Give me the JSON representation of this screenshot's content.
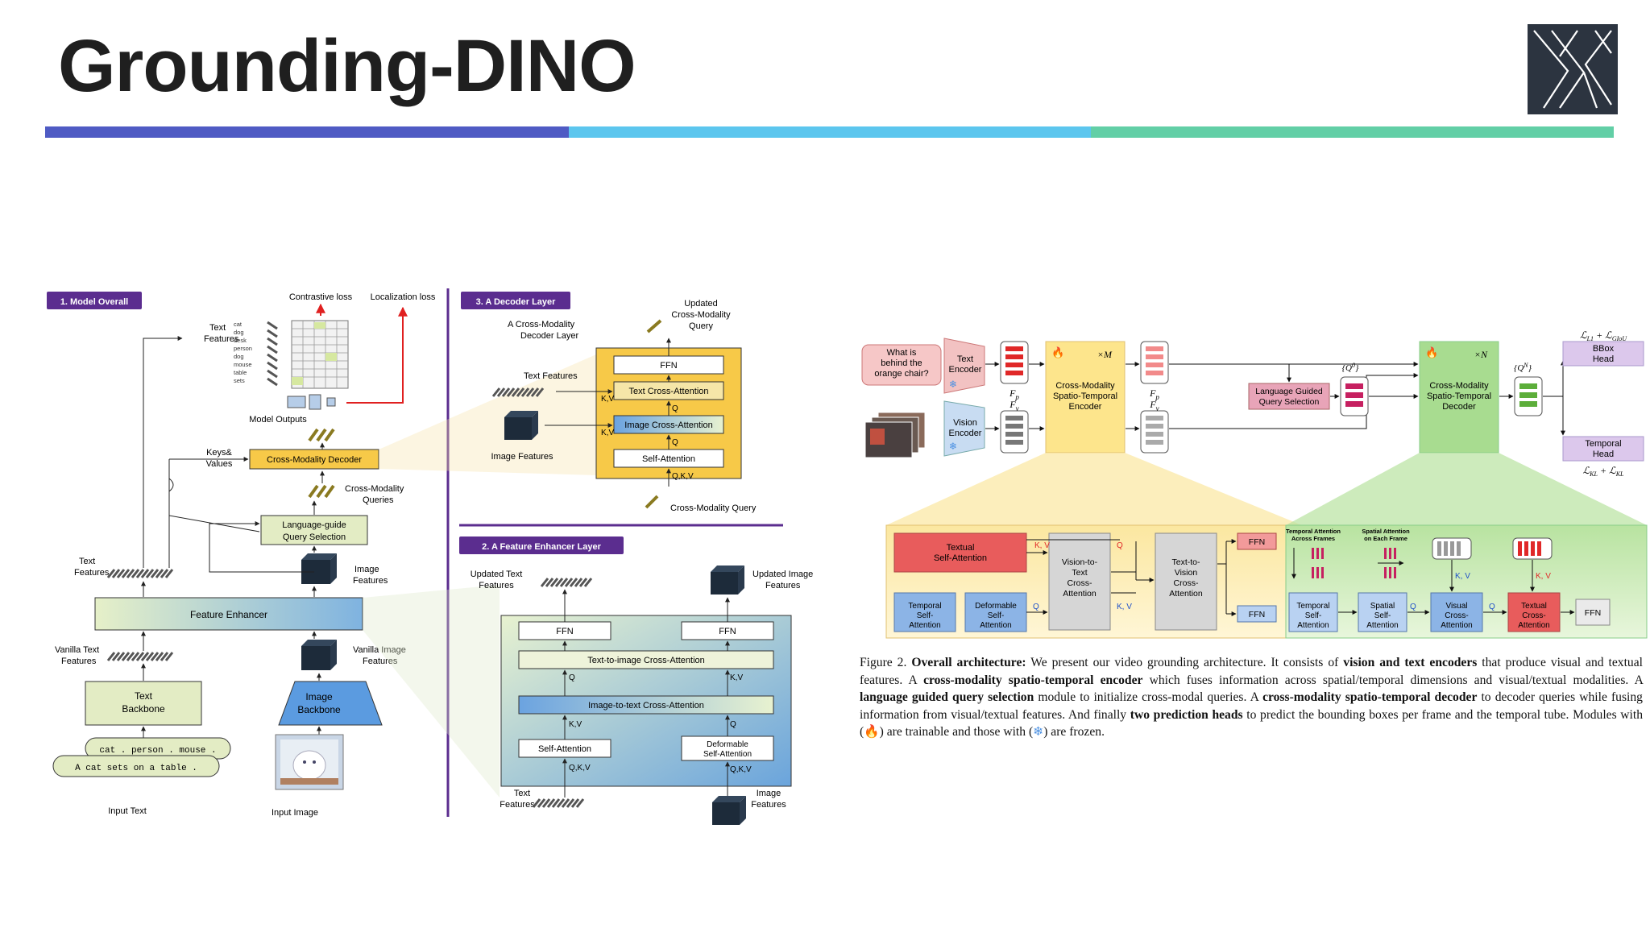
{
  "slide": {
    "title": "Grounding-DINO",
    "accent_colors": [
      "#4f5bc4",
      "#5cc6ee",
      "#62cfa6"
    ]
  },
  "left_figure": {
    "panel1": {
      "header": "1. Model Overall",
      "contrastive_loss": "Contrastive loss",
      "localization_loss": "Localization loss",
      "text_features_top": "Text Features",
      "words": [
        "cat",
        "dog",
        "desk",
        "person",
        "dog",
        "mouse",
        "table",
        "sets"
      ],
      "model_outputs": "Model Outputs",
      "keys_values": "Keys& Values",
      "cross_modality_decoder": "Cross-Modality Decoder",
      "cross_modality_queries": "Cross-Modality Queries",
      "language_guide": "Language-guide Query Selection",
      "text_features": "Text Features",
      "image_features": "Image Features",
      "feature_enhancer": "Feature Enhancer",
      "vanilla_text": "Vanilla Text Features",
      "vanilla_image": "Vanilla Image Features",
      "text_backbone": "Text Backbone",
      "image_backbone": "Image Backbone",
      "prompt1": "cat . person . mouse .",
      "prompt2": "A cat sets on a table .",
      "input_text": "Input Text",
      "input_image": "Input Image"
    },
    "panel3": {
      "header": "3. A Decoder Layer",
      "cm_decoder_layer": "A Cross-Modality Decoder Layer",
      "updated_query": "Updated Cross-Modality Query",
      "text_features": "Text Features",
      "image_features": "Image Features",
      "ffn": "FFN",
      "text_cross_attention": "Text Cross-Attention",
      "image_cross_attention": "Image Cross-Attention",
      "self_attention": "Self-Attention",
      "cm_query": "Cross-Modality Query",
      "kv": "K,V",
      "q": "Q",
      "qkv": "Q,K,V"
    },
    "panel2": {
      "header": "2. A Feature Enhancer Layer",
      "updated_text": "Updated Text Features",
      "updated_image": "Updated Image Features",
      "ffn": "FFN",
      "t2i": "Text-to-image Cross-Attention",
      "i2t": "Image-to-text Cross-Attention",
      "self_attention": "Self-Attention",
      "deformable": "Deformable Self-Attention",
      "text_features": "Text Features",
      "image_features": "Image Features",
      "kv": "K,V",
      "q": "Q",
      "qkv": "Q,K,V"
    }
  },
  "right_figure": {
    "question": "What is behind the orange chair?",
    "text_encoder": "Text Encoder",
    "vision_encoder": "Vision Encoder",
    "fp0": "F_p^0",
    "fv0": "F_v^0",
    "times_m": "×M",
    "times_n": "×N",
    "encoder": "Cross-Modality Spatio-Temporal Encoder",
    "fpm": "F_p^M",
    "fvm": "F_v^M",
    "lang_guided": "Language Guided Query Selection",
    "q0": "{Q_t^0}_{t=1}^T",
    "decoder": "Cross-Modality Spatio-Temporal Decoder",
    "qn": "{Q_t^N}_{t=1}^T",
    "loss_top": "L_L1 + L_GIoU",
    "bbox_head": "BBox Head",
    "temporal_head": "Temporal Head",
    "loss_bottom": "L_KL^s + L_KL^e",
    "enc_detail": {
      "textual_self_attention": "Textual Self-Attention",
      "kv": "K, V",
      "q": "Q",
      "v2t": "Vision-to-Text Cross-Attention",
      "t2v": "Text-to-Vision Cross-Attention",
      "ffn": "FFN",
      "temporal_self": "Temporal Self-Attention",
      "deformable_self": "Deformable Self-Attention"
    },
    "dec_detail": {
      "temporal_across": "Temporal Attention Across Frames",
      "spatial_each": "Spatial Attention on Each Frame",
      "temporal_self": "Temporal Self-Attention",
      "spatial_self": "Spatial Self-Attention",
      "visual_cross": "Visual Cross-Attention",
      "textual_cross": "Textual Cross-Attention",
      "ffn": "FFN",
      "kv": "K, V",
      "q": "Q"
    },
    "caption": {
      "fig": "Figure 2.",
      "bold1": "Overall architecture:",
      "t1": "We present our video grounding architecture. It consists of",
      "bold2": "vision and text encoders",
      "t2": "that produce visual and textual features. A",
      "bold3": "cross-modality spatio-temporal encoder",
      "t3": "which fuses information across spatial/temporal dimensions and visual/textual modalities. A",
      "bold4": "language guided query selection",
      "t4": "module to initialize cross-modal queries. A",
      "bold5": "cross-modality spatio-temporal decoder",
      "t5": "to decoder queries while fusing information from visual/textual features. And finally",
      "bold6": "two prediction heads",
      "t6": "to predict the bounding boxes per frame and the temporal tube. Modules with (",
      "t7": ") are trainable and those with (",
      "t8": ") are frozen."
    }
  }
}
